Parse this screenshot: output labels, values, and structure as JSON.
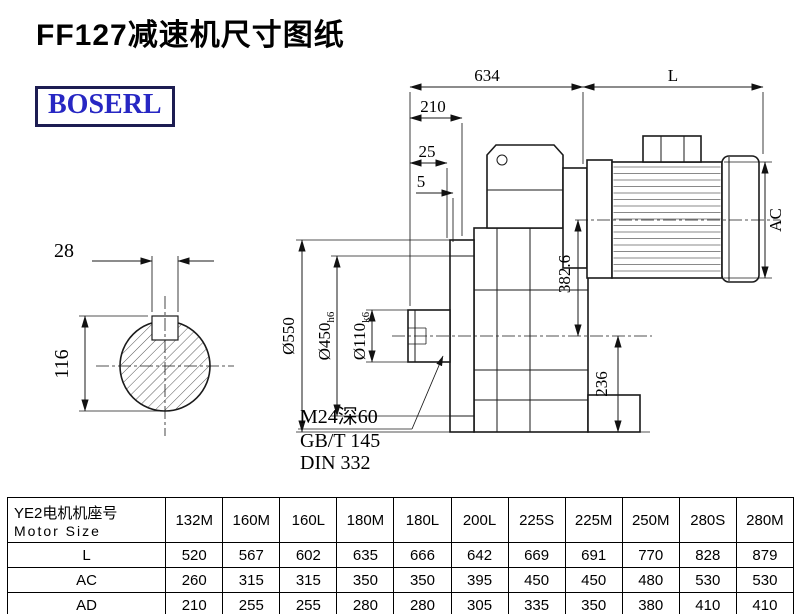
{
  "page": {
    "title": "FF127减速机尺寸图纸",
    "brand": "BOSERL"
  },
  "drawing": {
    "dim_634": "634",
    "dim_L": "L",
    "dim_210": "210",
    "dim_25": "25",
    "dim_5": "5",
    "dim_AC": "AC",
    "dim_28": "28",
    "dim_116": "116",
    "dim_550": "Ø550",
    "dim_450": "Ø450",
    "dim_450_tol": "h6",
    "dim_110": "Ø110",
    "dim_110_tol": "k6",
    "dim_382": "382.6",
    "dim_236": "236",
    "note_thread": "M24深60",
    "note_gb": "GB/T 145",
    "note_din": "DIN 332"
  },
  "table": {
    "header_cn": "YE2电机机座号",
    "header_en": "Motor Size",
    "columns": [
      "132M",
      "160M",
      "160L",
      "180M",
      "180L",
      "200L",
      "225S",
      "225M",
      "250M",
      "280S",
      "280M"
    ],
    "rows": [
      {
        "label": "L",
        "values": [
          "520",
          "567",
          "602",
          "635",
          "666",
          "642",
          "669",
          "691",
          "770",
          "828",
          "879"
        ]
      },
      {
        "label": "AC",
        "values": [
          "260",
          "315",
          "315",
          "350",
          "350",
          "395",
          "450",
          "450",
          "480",
          "530",
          "530"
        ]
      },
      {
        "label": "AD",
        "values": [
          "210",
          "255",
          "255",
          "280",
          "280",
          "305",
          "335",
          "350",
          "380",
          "410",
          "410"
        ]
      }
    ]
  }
}
